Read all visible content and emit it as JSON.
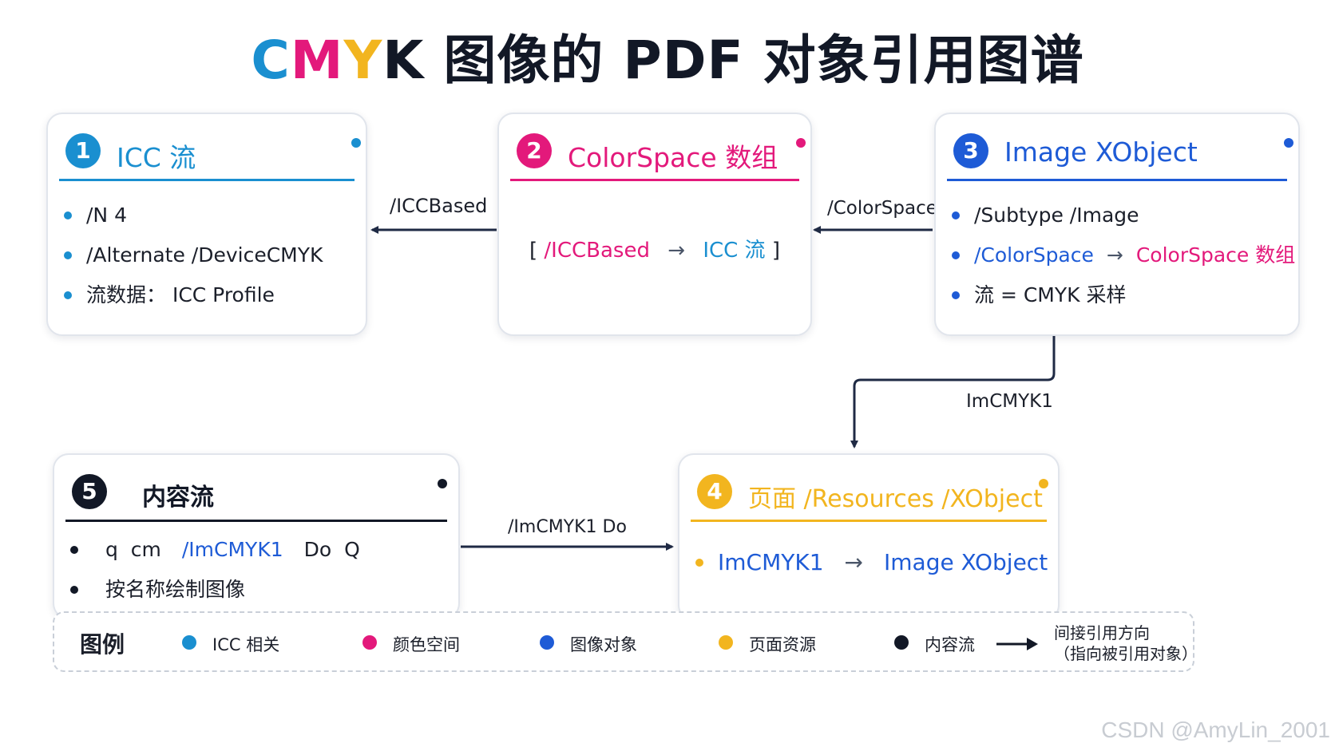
{
  "title": {
    "letters": [
      "C",
      "M",
      "Y",
      "K"
    ],
    "rest": " 图像的 PDF 对象引用图谱"
  },
  "colors": {
    "icc": "#1a8fd0",
    "colorspace": "#e3197b",
    "image": "#1e5bd6",
    "page": "#f2b51f",
    "content": "#121826"
  },
  "cards": {
    "icc": {
      "number": "1",
      "title": "ICC 流",
      "items": [
        "/N 4",
        "/Alternate /DeviceCMYK",
        "流数据： ICC Profile"
      ]
    },
    "colorspace": {
      "number": "2",
      "title": "ColorSpace 数组",
      "content": {
        "open": "[",
        "left": "/ICCBased",
        "arrow": "→",
        "right": "ICC 流",
        "close": "]"
      }
    },
    "image": {
      "number": "3",
      "title": "Image XObject",
      "items": {
        "subtype": "/Subtype /Image",
        "colorspace_key": "/ColorSpace",
        "arrow": "→",
        "colorspace_val": "ColorSpace 数组",
        "stream": "流 = CMYK 采样"
      }
    },
    "page": {
      "number": "4",
      "title": "页面 /Resources /XObject",
      "item": {
        "left": "ImCMYK1",
        "arrow": "→",
        "right": "Image XObject"
      }
    },
    "content": {
      "number": "5",
      "title": "内容流",
      "items": {
        "ops_pre": "q  cm",
        "ops_name": "/ImCMYK1",
        "ops_post": "Do  Q",
        "draw": "按名称绘制图像"
      }
    }
  },
  "arrows": {
    "cs_to_icc": "/ICCBased",
    "image_to_cs": "/ColorSpace",
    "page_to_image": "ImCMYK1",
    "content_to_page": "/ImCMYK1 Do"
  },
  "legend": {
    "title": "图例",
    "items": [
      {
        "label": "ICC 相关",
        "color": "#1a8fd0"
      },
      {
        "label": "颜色空间",
        "color": "#e3197b"
      },
      {
        "label": "图像对象",
        "color": "#1e5bd6"
      },
      {
        "label": "页面资源",
        "color": "#f2b51f"
      },
      {
        "label": "内容流",
        "color": "#121826"
      }
    ],
    "arrow_line1": "间接引用方向",
    "arrow_line2": "（指向被引用对象）"
  },
  "watermark": "CSDN @AmyLin_2001"
}
